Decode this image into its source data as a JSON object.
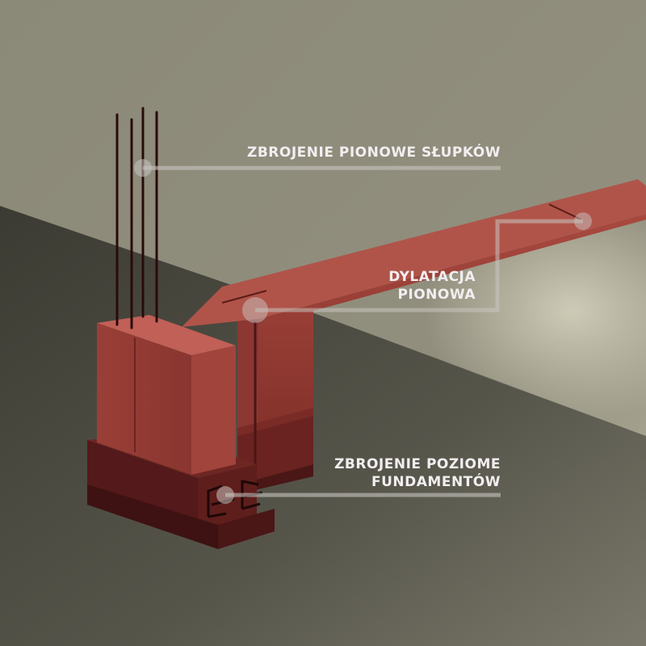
{
  "labels": {
    "vertical_rebar": "ZBROJENIE PIONOWE SŁUPKÓW",
    "dilatation_line1": "DYLATACJA",
    "dilatation_line2": "PIONOWA",
    "horizontal_rebar_line1": "ZBROJENIE POZIOME",
    "horizontal_rebar_line2": "FUNDAMENTÓW"
  },
  "colors": {
    "background_light": "#8a8877",
    "background_dark": "#45443c",
    "concrete_top": "#b85a50",
    "concrete_side": "#963f38",
    "concrete_shadow": "#5e2220",
    "footing_dark": "#3e1412",
    "rebar": "#2a0a0c",
    "callout_line": "#c8c4c0"
  }
}
